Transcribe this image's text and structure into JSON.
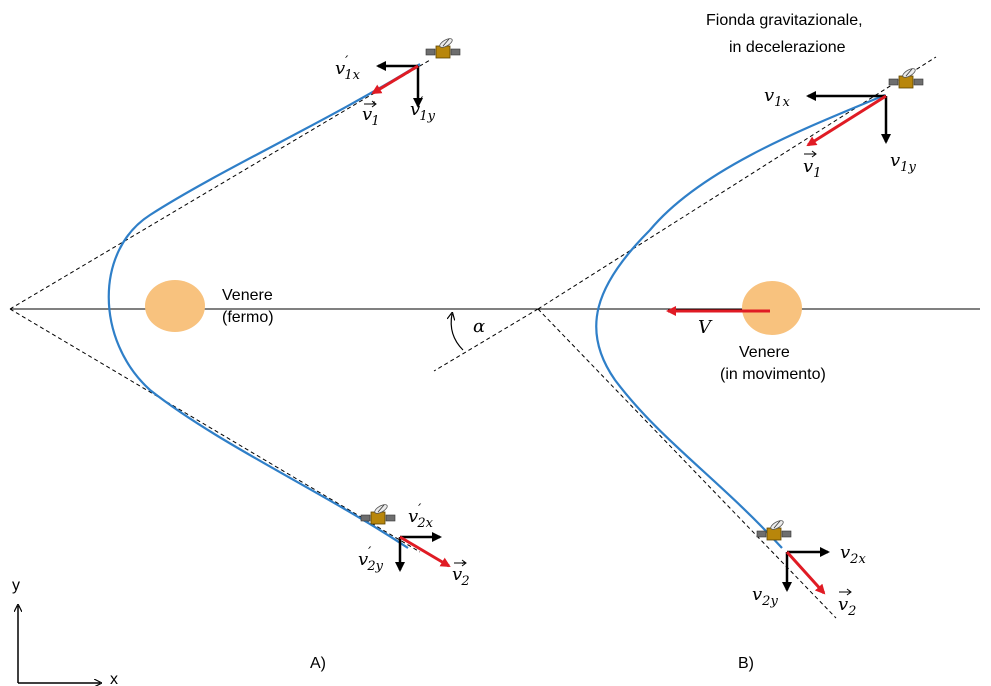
{
  "title": {
    "line1": "Fionda gravitazionale,",
    "line2": "in decelerazione"
  },
  "panel_a": {
    "label": "A)",
    "planet": {
      "name": "Venere",
      "state": "(fermo)"
    },
    "v1x": {
      "base": "v",
      "prime": "′",
      "sub": "1x"
    },
    "v1y": {
      "base": "v",
      "prime": "′",
      "sub": "1y"
    },
    "v1": {
      "base": "v",
      "prime": "′",
      "sub": "1"
    },
    "v2x": {
      "base": "v",
      "prime": "′",
      "sub": "2x"
    },
    "v2y": {
      "base": "v",
      "prime": "′",
      "sub": "2y"
    },
    "v2": {
      "base": "v",
      "prime": "′",
      "sub": "2"
    }
  },
  "panel_b": {
    "label": "B)",
    "planet": {
      "name": "Venere",
      "state": "(in movimento)"
    },
    "velocity": "V",
    "v1x": {
      "base": "v",
      "sub": "1x"
    },
    "v1y": {
      "base": "v",
      "sub": "1y"
    },
    "v1": {
      "base": "v",
      "sub": "1"
    },
    "v2x": {
      "base": "v",
      "sub": "2x"
    },
    "v2y": {
      "base": "v",
      "sub": "2y"
    },
    "v2": {
      "base": "v",
      "sub": "2"
    }
  },
  "angle": "α",
  "axes": {
    "x": "x",
    "y": "y"
  },
  "colors": {
    "trajectory": "#2f7fc8",
    "velocity_arrow": "#e01b24",
    "component_arrow": "#000000",
    "planet": "#f8c27e",
    "satellite_body": "#b8860b"
  }
}
